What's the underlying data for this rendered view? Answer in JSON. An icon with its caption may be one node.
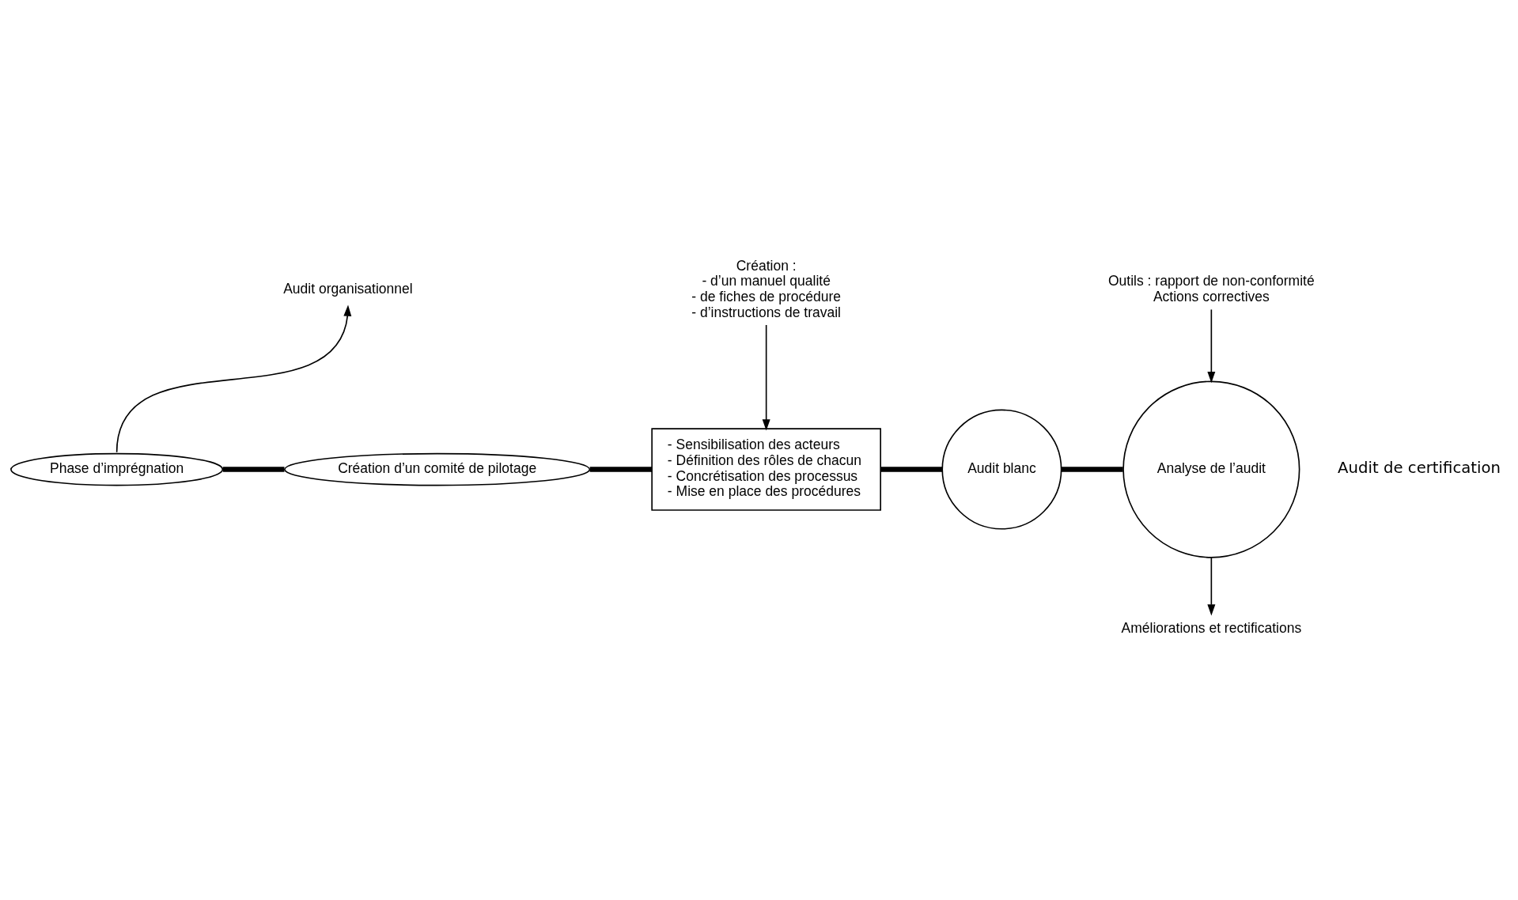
{
  "diagram": {
    "nodes": [
      {
        "text": [
          "Phase d’imprégnation"
        ]
      },
      {
        "text": [
          "Création d’un comité de pilotage"
        ]
      },
      {
        "text": [
          "- Sensibilisation des acteurs",
          "- Définition des rôles de chacun",
          "- Concrétisation des processus",
          "- Mise en place des procédures"
        ]
      },
      {
        "text": [
          "Audit blanc"
        ]
      },
      {
        "text": [
          "Analyse de l’audit"
        ]
      },
      {
        "text": [
          "Audit organisationnel"
        ]
      },
      {
        "text": [
          "Création :",
          "- d’un manuel qualité",
          "- de fiches de procédure",
          "- d’instructions de travail"
        ]
      },
      {
        "text": [
          "Outils : rapport de non-conformité",
          "Actions correctives"
        ]
      },
      {
        "text": [
          "Améliorations et rectifications"
        ]
      }
    ],
    "edges": [
      {
        "from": 0,
        "to": 1,
        "arrow": "none",
        "style": "thick"
      },
      {
        "from": 1,
        "to": 2,
        "arrow": "none",
        "style": "thick"
      },
      {
        "from": 2,
        "to": 3,
        "arrow": "none",
        "style": "thick"
      },
      {
        "from": 3,
        "to": 4,
        "arrow": "none",
        "style": "thick"
      },
      {
        "from": 0,
        "to": 5,
        "arrow": "to"
      },
      {
        "from": 6,
        "to": 2,
        "arrow": "to"
      },
      {
        "from": 7,
        "to": 4,
        "arrow": "to"
      },
      {
        "from": 4,
        "to": 8,
        "arrow": "to"
      }
    ],
    "labels": [
      "Audit de certification"
    ]
  }
}
